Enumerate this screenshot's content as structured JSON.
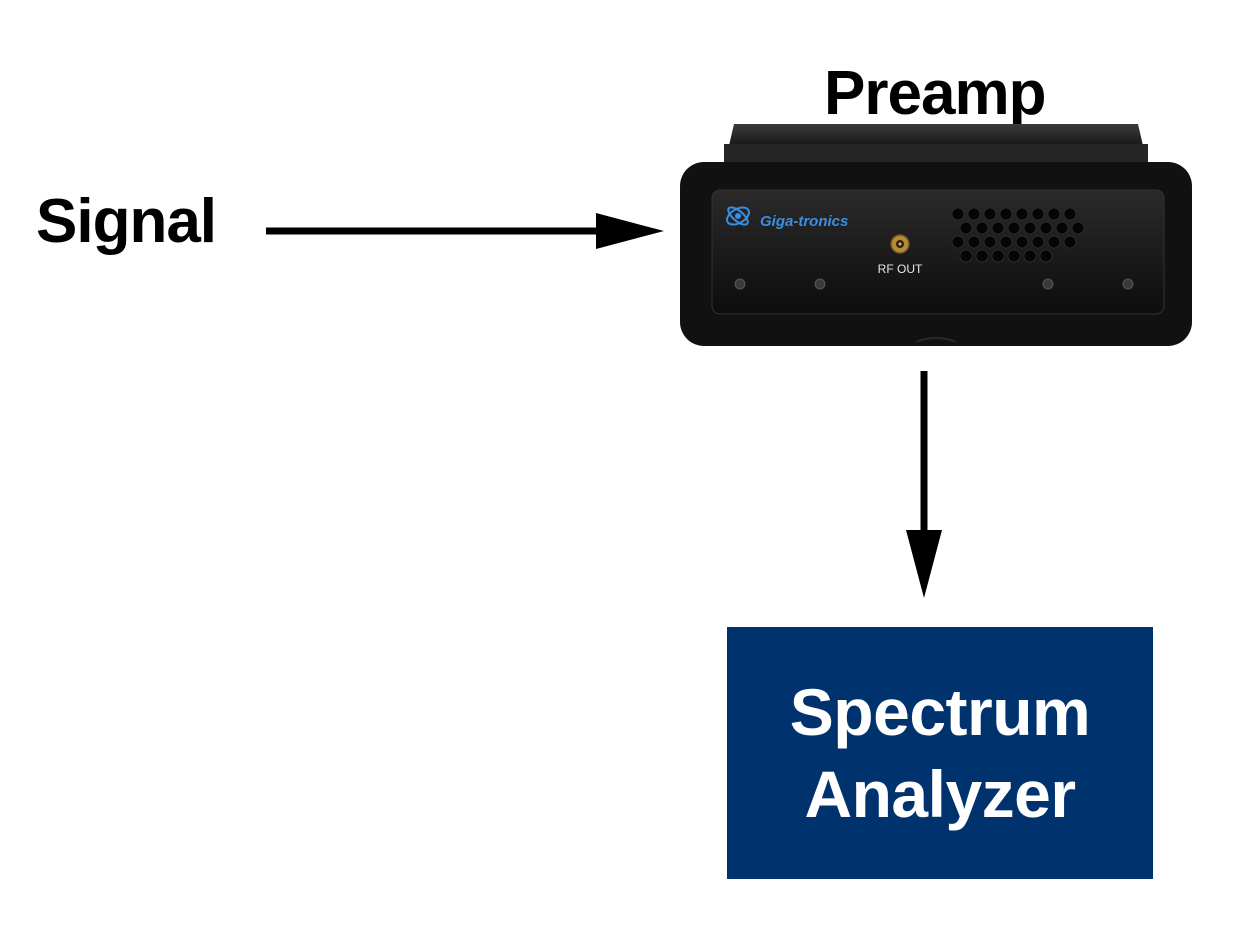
{
  "labels": {
    "input": "Signal",
    "device": "Preamp"
  },
  "device": {
    "brand": "Giga-tronics",
    "port_label": "RF OUT"
  },
  "analyzer": {
    "line1": "Spectrum",
    "line2": "Analyzer"
  },
  "colors": {
    "analyzer_fill": "#00336e",
    "device_body": "#1c1c1c",
    "brand_blue": "#3a8fe0"
  },
  "icons": [
    "arrow-right-icon",
    "arrow-down-icon",
    "giga-tronics-logo-icon",
    "rf-connector-icon",
    "vent-grille-icon"
  ]
}
